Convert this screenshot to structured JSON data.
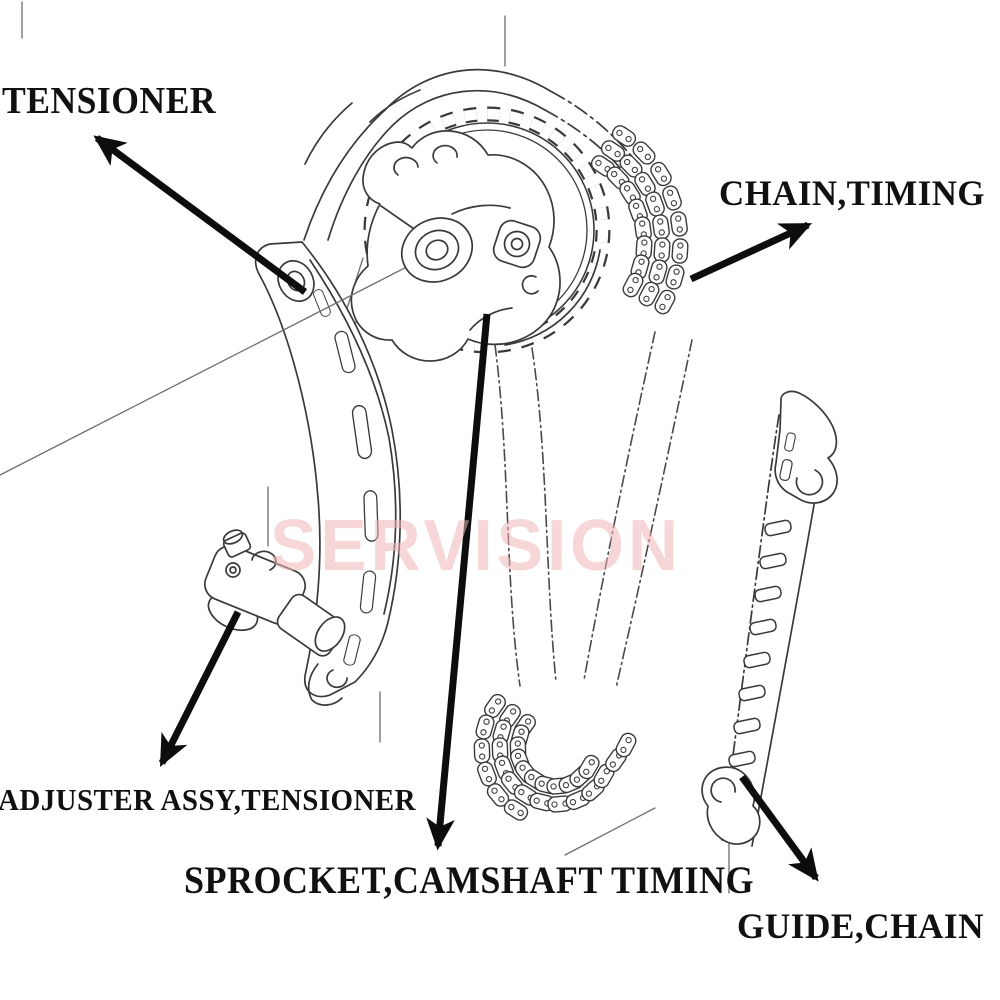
{
  "diagram": {
    "watermark": "SERVISION",
    "labels": {
      "tensioner": "TENSIONER",
      "chain_timing": "CHAIN,TIMING",
      "adjuster": "ADJUSTER ASSY,TENSIONER",
      "sprocket": "SPROCKET,CAMSHAFT TIMING",
      "guide_chain": "GUIDE,CHAIN"
    },
    "colors": {
      "background": "#ffffff",
      "line": "#3a3a3a",
      "label_text": "#111111",
      "arrow": "#0d0d0d",
      "watermark": "#efb6b6"
    }
  }
}
